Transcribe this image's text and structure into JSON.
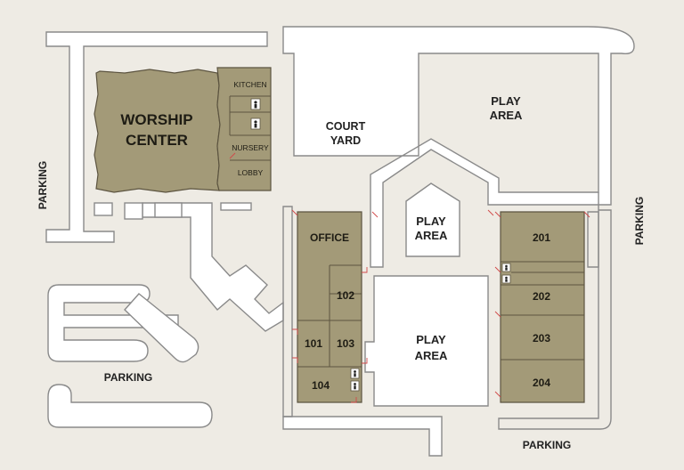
{
  "labels": {
    "worship_1": "WORSHIP",
    "worship_2": "CENTER",
    "kitchen": "KITCHEN",
    "nursery": "NURSERY",
    "lobby": "LOBBY",
    "courtyard_1": "COURT",
    "courtyard_2": "YARD",
    "play_area_1": "PLAY",
    "play_area_2": "AREA",
    "office": "OFFICE",
    "room_101": "101",
    "room_102": "102",
    "room_103": "103",
    "room_104": "104",
    "room_201": "201",
    "room_202": "202",
    "room_203": "203",
    "room_204": "204",
    "parking": "PARKING"
  },
  "colors": {
    "background": "#eeebe4",
    "building": "#a39a78",
    "building_outline": "#5c5440",
    "open_area": "#ffffff",
    "path_outline": "#8a8a8a",
    "door_marker": "#d14a4a"
  },
  "icons": [
    "restroom-icon"
  ]
}
